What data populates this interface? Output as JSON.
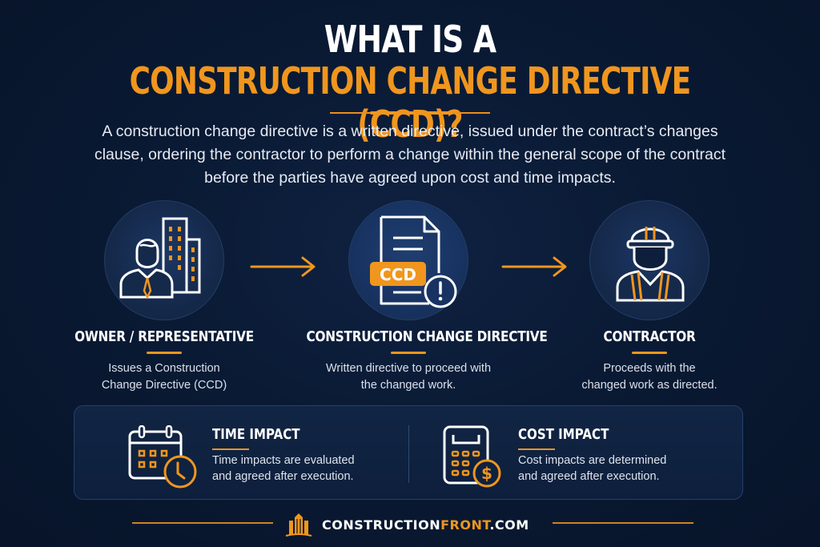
{
  "header": {
    "title_line1": "WHAT IS A",
    "title_line2": "CONSTRUCTION CHANGE DIRECTIVE (CCD)?",
    "intro": "A construction change directive is a written directive, issued under the contract’s changes clause, ordering the contractor to perform a change within the general scope of the contract before the parties have agreed upon cost and time impacts."
  },
  "steps": [
    {
      "icon": "owner-building-icon",
      "label": "OWNER / REPRESENTATIVE",
      "desc_line1": "Issues a Construction",
      "desc_line2": "Change Directive (CCD)"
    },
    {
      "icon": "ccd-document-icon",
      "badge": "CCD",
      "label": "CONSTRUCTION CHANGE DIRECTIVE",
      "desc_line1": "Written directive to proceed with",
      "desc_line2": "the changed work."
    },
    {
      "icon": "contractor-hardhat-icon",
      "label": "CONTRACTOR",
      "desc_line1": "Proceeds with the",
      "desc_line2": "changed work as directed."
    }
  ],
  "arrows": [
    "arrow-right-icon",
    "arrow-right-icon"
  ],
  "impacts": [
    {
      "icon": "calendar-clock-icon",
      "title": "TIME IMPACT",
      "desc_line1": "Time impacts are evaluated",
      "desc_line2": "and agreed after execution."
    },
    {
      "icon": "calculator-dollar-icon",
      "title": "COST IMPACT",
      "desc_line1": "Cost impacts are determined",
      "desc_line2": "and agreed after execution."
    }
  ],
  "footer": {
    "brand_part1": "CONSTRUCTION",
    "brand_part2": "FRONT",
    "brand_part3": ".COM"
  },
  "colors": {
    "background": "#0a1a34",
    "accent": "#f0961e",
    "text": "#ffffff",
    "muted_text": "#d9e0ea"
  }
}
